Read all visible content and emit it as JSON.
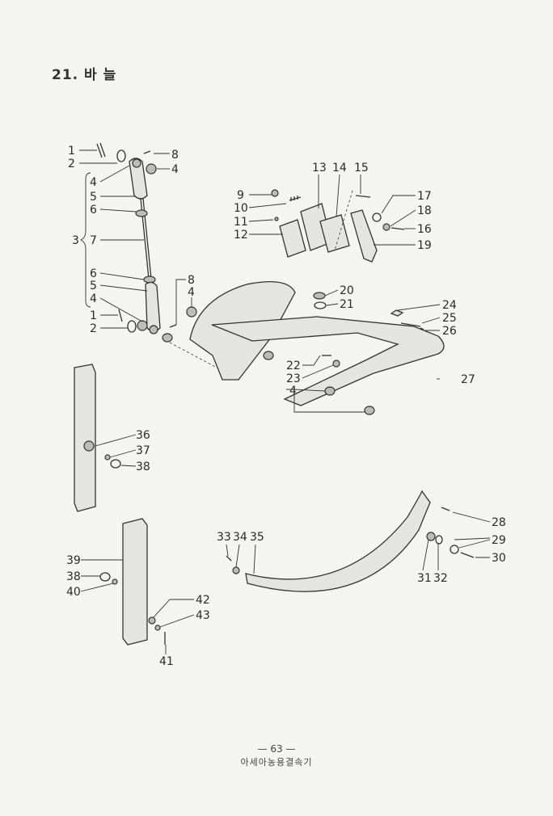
{
  "page": {
    "title": "21. 바   늘",
    "page_number": "— 63 —",
    "book_name": "아세아농용결속기"
  },
  "callouts": {
    "c1a": "1",
    "c2a": "2",
    "c8a": "8",
    "c4a": "4",
    "c4b": "4",
    "c5a": "5",
    "c6a": "6",
    "c3": "3",
    "c7": "7",
    "c6b": "6",
    "c5b": "5",
    "c4c": "4",
    "c1b": "1",
    "c2b": "2",
    "c8b": "8",
    "c4d": "4",
    "c13": "13",
    "c14": "14",
    "c15": "15",
    "c9": "9",
    "c10": "10",
    "c11": "11",
    "c12": "12",
    "c17": "17",
    "c18": "18",
    "c16": "16",
    "c19": "19",
    "c20": "20",
    "c21": "21",
    "c24": "24",
    "c25": "25",
    "c26": "26",
    "c22": "22",
    "c23": "23",
    "c27": "27",
    "c4e": "4",
    "c36": "36",
    "c37": "37",
    "c38a": "38",
    "c28": "28",
    "c29": "29",
    "c30": "30",
    "c33": "33",
    "c34": "34",
    "c35": "35",
    "c31": "31",
    "c32": "32",
    "c39": "39",
    "c38b": "38",
    "c40": "40",
    "c42": "42",
    "c43": "43",
    "c41": "41"
  }
}
